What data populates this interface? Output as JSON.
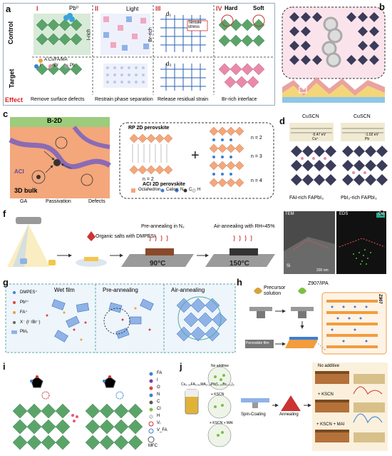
{
  "panel_a": {
    "label": "a",
    "roman": [
      "I",
      "II",
      "III",
      "IV"
    ],
    "row_control": "Control",
    "row_target": "Target",
    "pb_label": "Pb⁰",
    "light_label": "Light",
    "i_rich": "I-rich",
    "br_rich": "Br-rich",
    "hard": "Hard",
    "soft": "Soft",
    "d1": "d₁",
    "d2": "d₂",
    "tensile": "Tensile stress",
    "legend_title": "A:Cs/FA/MA",
    "legend_i": "I",
    "legend_br": "Br",
    "legend_pb": "Pb",
    "effect_label": "Effect",
    "effects": [
      "Remove surface defects",
      "Restrain phase separation",
      "Release residual strain",
      "Br-rich interface"
    ]
  },
  "panel_b": {
    "label": "b"
  },
  "panel_c": {
    "label": "c",
    "b2d": "B-2D",
    "aci": "ACI",
    "bulk": "3D bulk",
    "rp_title": "RP 2D perovskite",
    "aci_title": "ACI 2D perovskite",
    "n2": "n = 2",
    "n_labels": [
      "n = 2",
      "n = 3",
      "n = 4"
    ],
    "legend": [
      "Octahedron",
      "Cation",
      "N",
      "C",
      "H"
    ],
    "bottom_legend": [
      "GA",
      "Passivation",
      "Defects"
    ]
  },
  "panel_d": {
    "label": "d",
    "cuscn": "CuSCN",
    "left_vals": [
      "-5.47 eV",
      "Cu⁺"
    ],
    "right_vals": [
      "-1.02 eV",
      "Pb"
    ],
    "left_caption": "FAI-rich FAPbI₃",
    "right_caption": "PbI₂-rich FAPbI₃"
  },
  "panel_e": {
    "label": "e",
    "tem": "TEM",
    "eds": "EDS",
    "gd": "Gd",
    "si": "Si",
    "scale": "200 nm"
  },
  "panel_f": {
    "label": "f",
    "step1": "Organic salts with DMPESI",
    "step2": "Pre-annealing in N₂",
    "step3": "Air-annealing with RH≈45%",
    "temp1": "90°C",
    "temp2": "150°C"
  },
  "panel_g": {
    "label": "g",
    "legend": [
      "DMPES⁺",
      "Pb²⁺",
      "FA⁺",
      "X⁻ (I⁻/Br⁻)",
      "PbI₂"
    ],
    "stages": [
      "Wet film",
      "Pre-annealing",
      "Air-annealing"
    ]
  },
  "panel_h": {
    "label": "h",
    "precursor": "Precursor solution",
    "z907": "Z907/IPA",
    "film": "Perovskite film",
    "z907_side": "Z907"
  },
  "panel_i": {
    "label": "i",
    "legend": [
      "FA",
      "I",
      "O",
      "N",
      "C",
      "Cl",
      "H",
      "Vᵢ",
      "V_FA",
      "MFC"
    ]
  },
  "panel_j": {
    "label": "j",
    "formula": "Cs₀.₀₅FA₀.₈₅MA₀.₁₀Pb(I₀.₉₇Br₀.₀₃)₃",
    "dishes": [
      "No additive",
      "+ KSCN",
      "+ KSCN + MAI"
    ],
    "spin": "Spin-Coating",
    "anneal": "Annealing",
    "results": [
      "No additive",
      "+ KSCN",
      "+ KSCN + MAI"
    ]
  },
  "colors": {
    "octahedron_green": "#5aa469",
    "pink": "#e88aa8",
    "orange_panel": "#f3a77b",
    "b2d_green": "#9ccc7c",
    "purple": "#8b6bb5",
    "blue_dot": "#3a7fd5",
    "red_text": "#d62828"
  }
}
